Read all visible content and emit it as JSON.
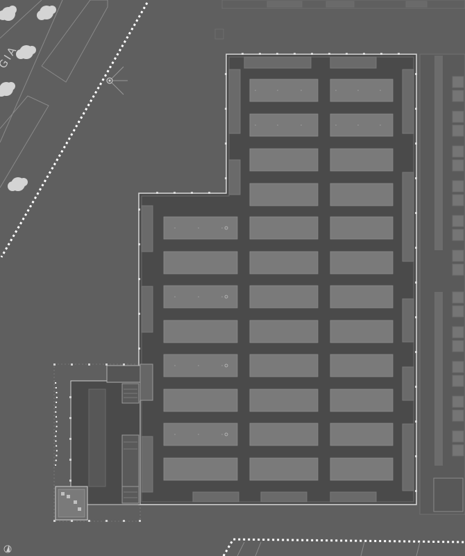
{
  "street_label": "GIA",
  "colors": {
    "background": "#5f5f5f",
    "hall_floor": "#4a4a4a",
    "aisle": "#555555",
    "bay": "#7a7a7a",
    "bay_line": "#8c8c8c",
    "wall": "#d8d8d8",
    "tree": "#d4d4d4",
    "dots": "#ffffff"
  },
  "icons": {
    "tree": "tree-icon",
    "north_arrow": "north-arrow-icon",
    "lamp": "lamp-post-icon"
  },
  "layout_grid": {
    "upper_wing_rows": 4,
    "lower_wing_rows": 8,
    "bay_columns_upper": 2,
    "bay_columns_lower": 3
  }
}
